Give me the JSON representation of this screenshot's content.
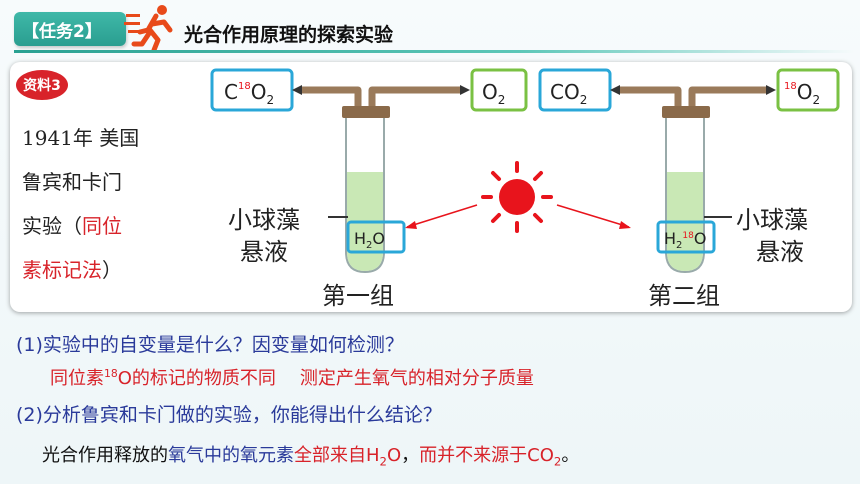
{
  "header": {
    "task_label": "【任务2】",
    "title": "光合作用原理的探索实验"
  },
  "material": {
    "badge": "资料3",
    "line1": "1941年  美国",
    "line2": "鲁宾和卡门",
    "line3_prefix": "实验（",
    "line3_red": "同位",
    "line4_red": "素标记法",
    "line4_suffix": "）"
  },
  "diagram": {
    "group1": {
      "input_pre": "C",
      "input_iso": "18",
      "input_o": "O",
      "input_sub": "2",
      "output": "O",
      "output_sub": "2",
      "water": "H",
      "water_sub": "2",
      "water_o": "O",
      "label": "第一组",
      "algae_line1": "小球藻",
      "algae_line2": "悬液"
    },
    "group2": {
      "input_pre": "CO",
      "input_sub": "2",
      "output_iso": "18",
      "output": "O",
      "output_sub": "2",
      "water": "H",
      "water_sub": "2",
      "water_iso": "18",
      "water_o": "O",
      "label": "第二组",
      "algae_line1": "小球藻",
      "algae_line2": "悬液"
    },
    "colors": {
      "input_box": "#2aa7d8",
      "output_box": "#7ac143",
      "water_box": "#2aa7d8",
      "tube_liquid": "#bfe4a8",
      "pipe": "#9a7a5a",
      "sun": "#e8141c"
    }
  },
  "questions": {
    "q1": "(1)实验中的自变量是什么？因变量如何检测？",
    "a1_part1_pre": "同位素",
    "a1_part1_iso": "18",
    "a1_part1_post": "O的标记的物质不同",
    "a1_part2": "测定产生氧气的相对分子质量",
    "q2": "(2)分析鲁宾和卡门做的实验，你能得出什么结论？",
    "c_pre": "光合作用释放的",
    "c_blue1": "氧气中的氧元素",
    "c_red1": "全部来自H",
    "c_red1_sub": "2",
    "c_red1_o": "O",
    "c_mid": "，",
    "c_red2": "而并不来源于CO",
    "c_red2_sub": "2",
    "c_end": "。"
  }
}
